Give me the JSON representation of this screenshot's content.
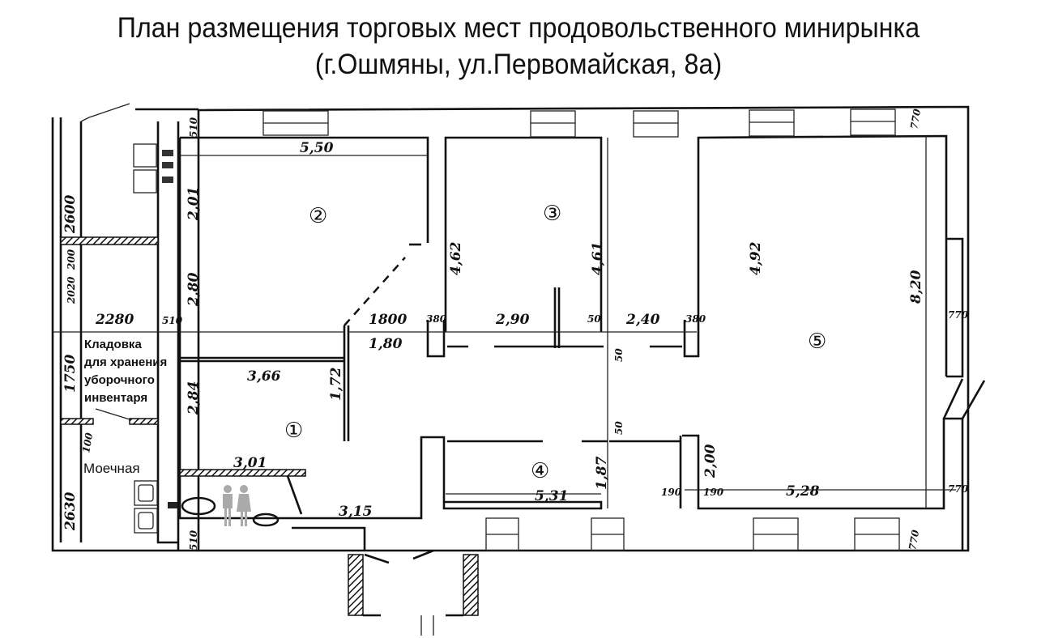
{
  "title": {
    "line1": "План размещения торговых мест продовольственного минирынка",
    "line2": "(г.Ошмяны, ул.Первомайская, 8а)"
  },
  "rooms": {
    "r1": "①",
    "r2": "②",
    "r3": "③",
    "r4": "④",
    "r5": "⑤"
  },
  "labels": {
    "storage": [
      "Кладовка",
      "для хранения",
      "уборочного",
      "инвентаря"
    ],
    "washroom": "Моечная"
  },
  "dimensions": {
    "left_2600": "2600",
    "left_200": "200",
    "left_2020": "2020",
    "left_2280": "2280",
    "left_510": "510",
    "left_1750": "1750",
    "left_100": "100",
    "left_2630": "2630",
    "top_510": "510",
    "bottom_510": "510",
    "r2_width": "5,50",
    "r2_h1": "2,01",
    "r2_h2": "2,80",
    "r1_h": "2,84",
    "r1_w": "3,66",
    "r1_partition": "1,72",
    "r1_wc_w": "3,01",
    "r1_bottom": "3,15",
    "door_1800": "1800",
    "door_180": "1,80",
    "wall_380a": "380",
    "r3_h_left": "4,62",
    "r3_h_right": "4,61",
    "r3_w": "2,90",
    "wall_50a": "50",
    "w_240": "2,40",
    "wall_380b": "380",
    "wall_50b": "50",
    "wall_50c": "50",
    "r4_h": "1,87",
    "r4_w": "5,31",
    "wall_190a": "190",
    "wall_190b": "190",
    "h_200": "2,00",
    "r5_w": "5,28",
    "r5_h1": "4,92",
    "r5_h2": "8,20",
    "wall_770a": "770",
    "wall_770b": "770",
    "wall_770c": "770",
    "wall_770d": "770"
  }
}
